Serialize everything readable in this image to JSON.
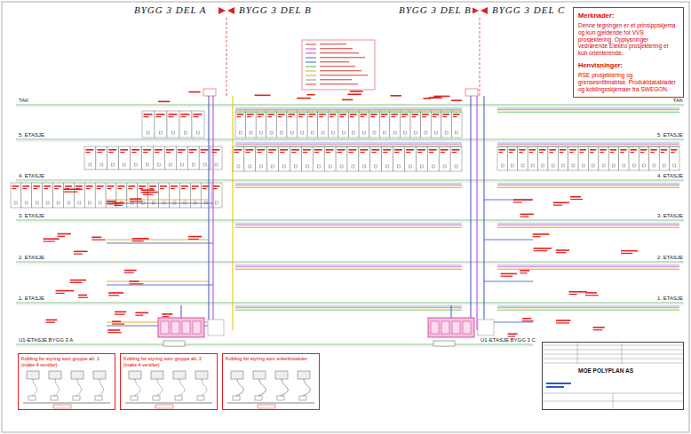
{
  "diagram": {
    "nodes": [
      {
        "text": [
          "Merknader:",
          "Denne tegningen er et prinsippskjema og kun gjeldende for VVS prosjektering. Opplysninger vedrørende Elektro prosjektering er kun orienterende.",
          "Henvisninger:",
          "RSE prosjektering og grensesnittmatrise. Produktdatablader og koblingsskjemaer fra SWEGON."
        ]
      },
      {
        "text": [
          "Kobling for styring som gruppe alt. 1 (maks 4 ventiler)"
        ]
      },
      {
        "text": [
          "Kobling for styring som gruppe alt. 2 (maks 4 ventiler)"
        ]
      },
      {
        "text": [
          "Kobling for styring som enkeltmoduler"
        ]
      },
      {
        "text": [
          "MOE POLYPLAN AS"
        ]
      }
    ],
    "labels": [
      "BYGG 3 DEL A",
      "BYGG 3 DEL B",
      "BYGG 3 DEL B",
      "BYGG 3 DEL C",
      "TAK",
      "TAK",
      "5. ETASJE",
      "5. ETASJE",
      "4. ETASJE",
      "4. ETASJE",
      "3. ETASJE",
      "3. ETASJE",
      "2. ETASJE",
      "2. ETASJE",
      "1. ETASJE",
      "1. ETASJE",
      "U1-ETASJE BYGG 3 A",
      "U1-ETASJE BYGG 3 C"
    ]
  }
}
